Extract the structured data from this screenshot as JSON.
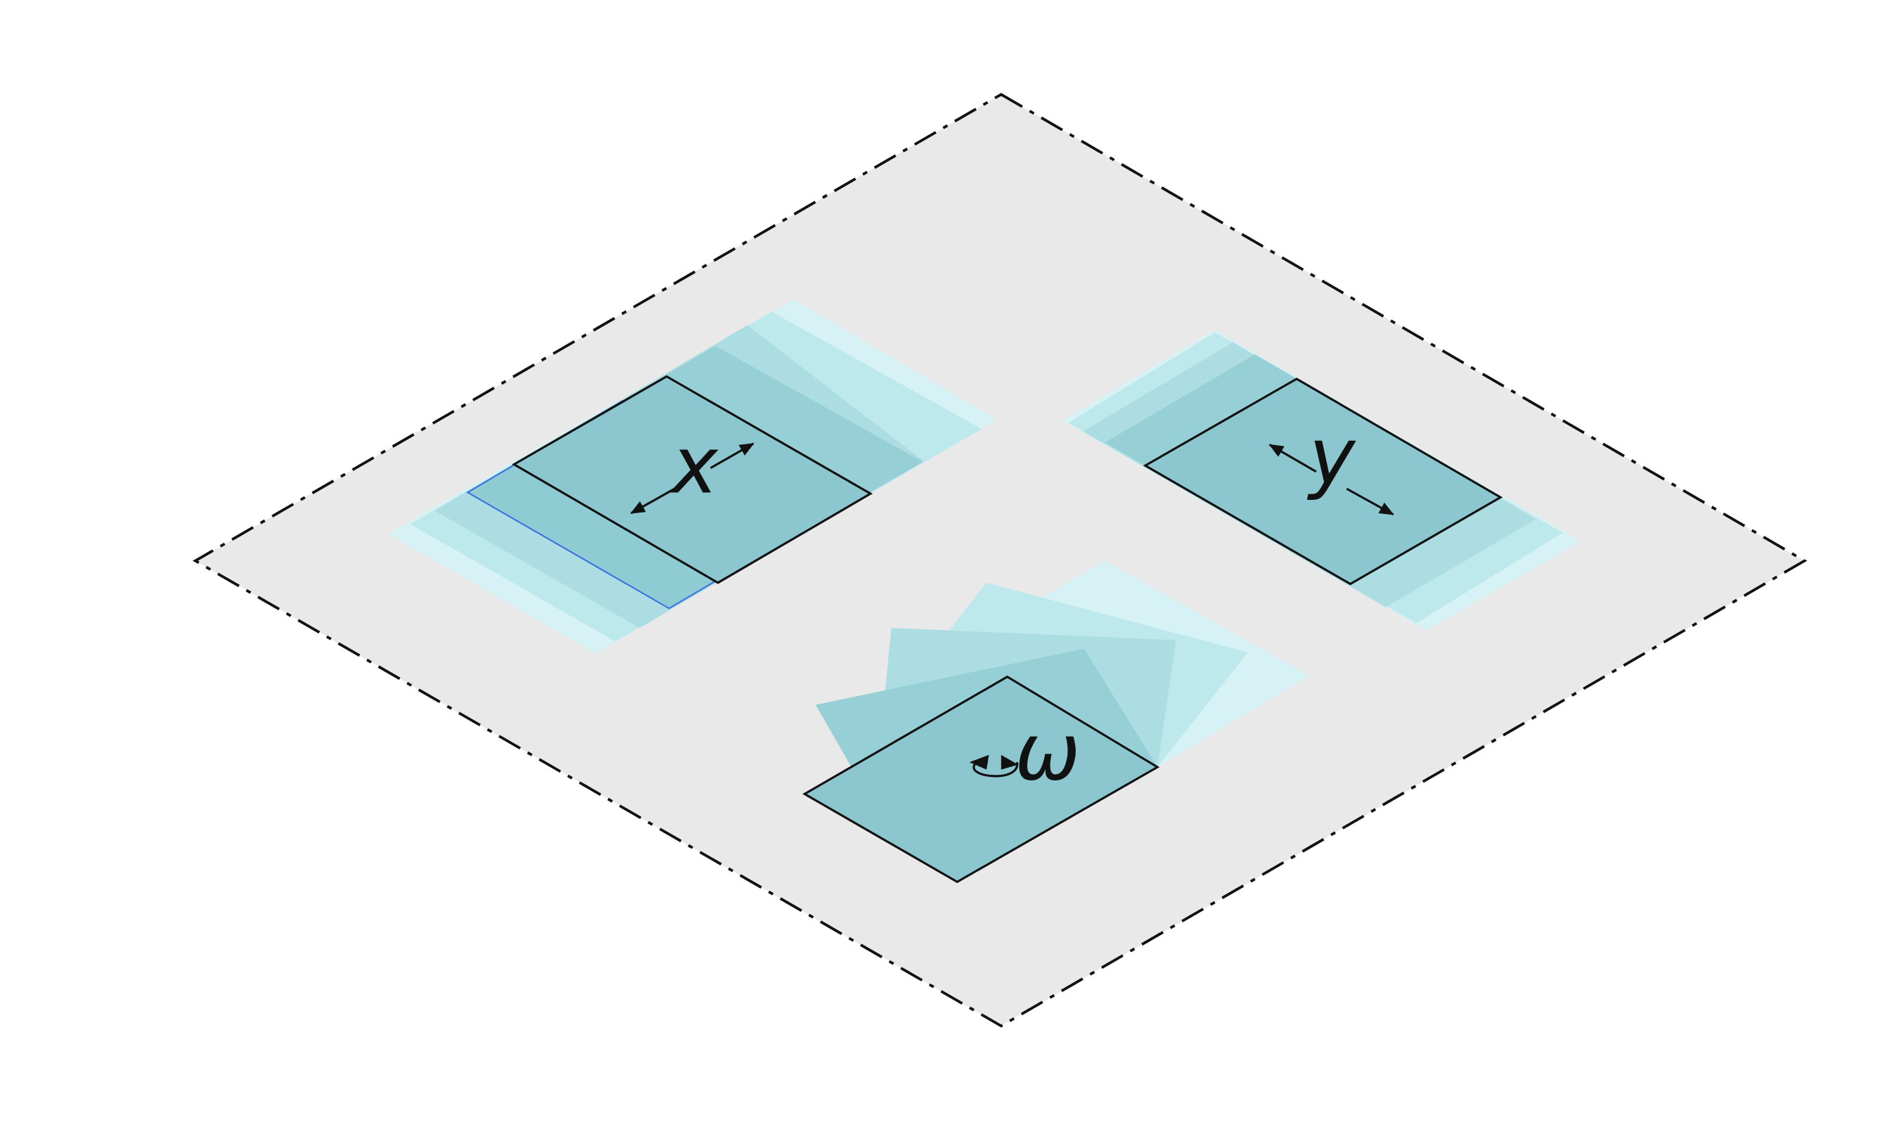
{
  "diagram": {
    "labels": {
      "x": "x",
      "y": "y",
      "w": "ω"
    },
    "colors": {
      "background": "#ffffff",
      "plane_fill": "#e9e9e9",
      "plane_edge": "#111111",
      "plate_main": "#8cc7d0",
      "plate_shade_1": "#96cfd6",
      "plate_shade_2": "#abdde2",
      "plate_shade_3": "#bde8ec",
      "plate_shade_4": "#d6f2f5",
      "blue_outline": "#3b6fe0",
      "outline": "#111111"
    }
  }
}
